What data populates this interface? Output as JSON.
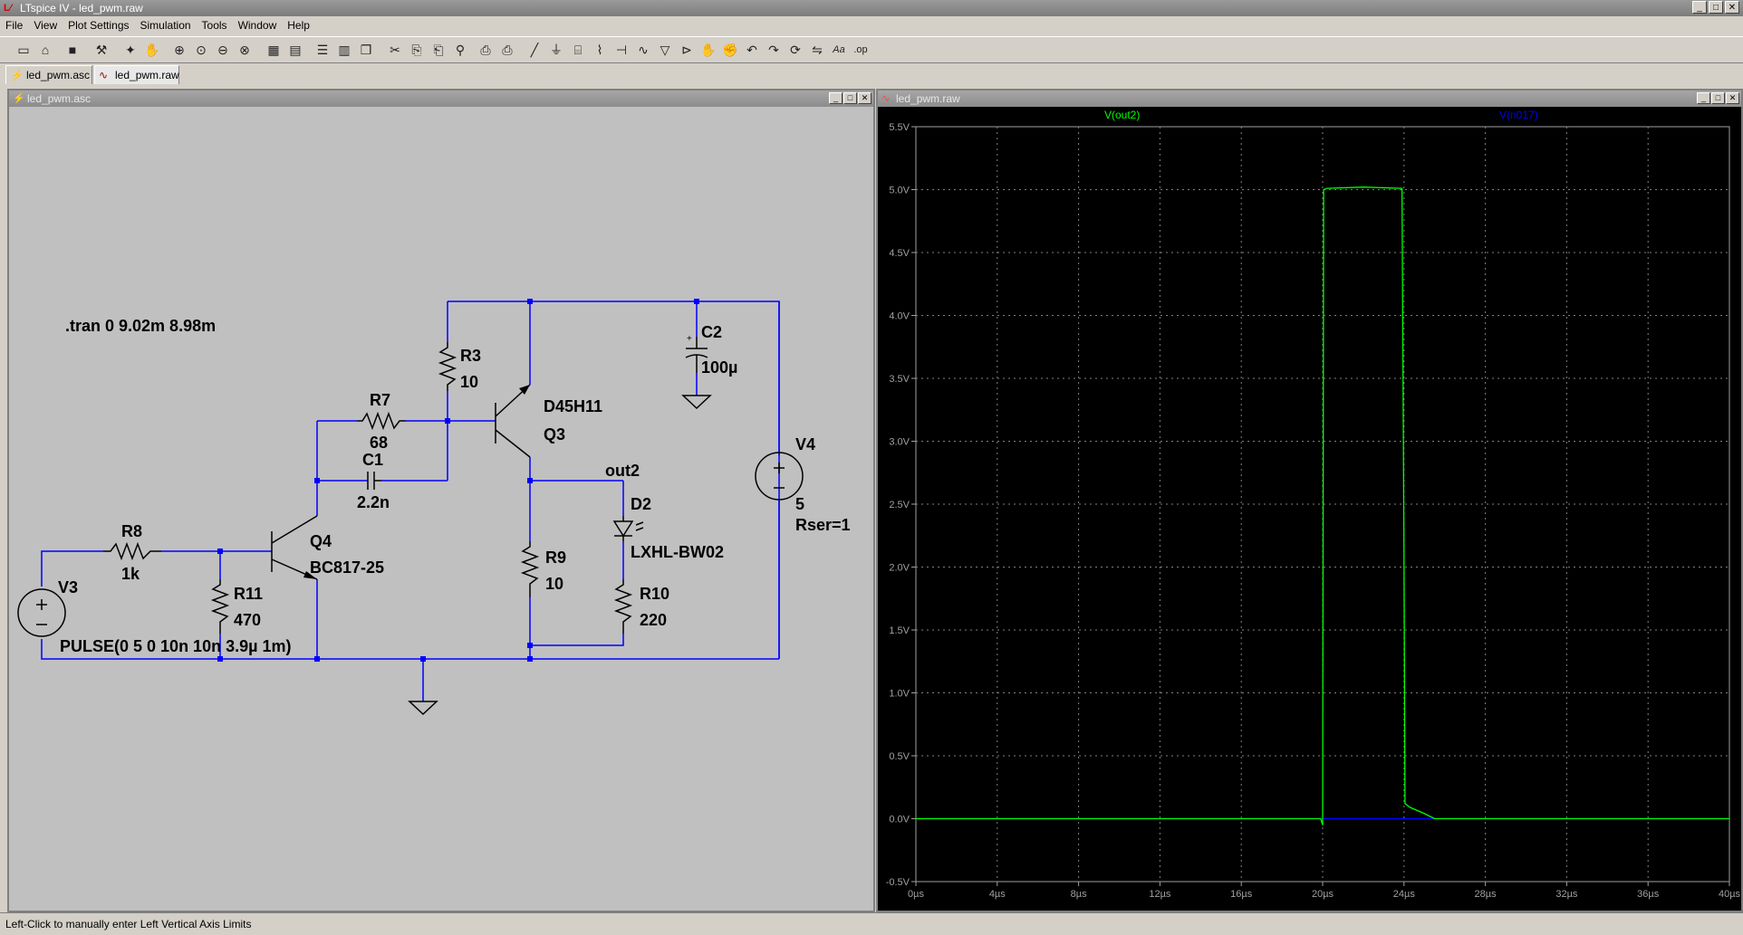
{
  "window": {
    "title": "LTspice IV - led_pwm.raw",
    "app_icon": "ltspice-logo-icon",
    "buttons": [
      "minimize",
      "maximize",
      "close"
    ]
  },
  "menu": [
    "File",
    "View",
    "Plot Settings",
    "Simulation",
    "Tools",
    "Window",
    "Help"
  ],
  "toolbar": [
    "new-schematic",
    "open",
    "save",
    "control-panel",
    "run",
    "halt",
    "zoom-in",
    "pan",
    "zoom-out",
    "zoom-fit",
    "autorange",
    "zoom-cancel",
    "tile-horizontal",
    "tile-vertical",
    "cascade",
    "cut",
    "copy",
    "paste",
    "find",
    "print-setup",
    "print",
    "draw-wire",
    "ground",
    "label",
    "resistor",
    "capacitor",
    "inductor",
    "diode",
    "component",
    "move",
    "drag",
    "undo",
    "redo",
    "rotate",
    "mirror",
    "text",
    "spice-directive"
  ],
  "tabs": [
    {
      "label": "led_pwm.asc",
      "icon": "schematic-icon"
    },
    {
      "label": "led_pwm.raw",
      "icon": "waveform-icon"
    }
  ],
  "schematic": {
    "title": "led_pwm.asc",
    "directive": ".tran 0 9.02m 8.98m",
    "components": {
      "R8": {
        "name": "R8",
        "value": "1k"
      },
      "R11": {
        "name": "R11",
        "value": "470"
      },
      "V3": {
        "name": "V3",
        "value": "PULSE(0 5 0 10n 10n 3.9µ 1m)"
      },
      "Q4": {
        "name": "Q4",
        "value": "BC817-25"
      },
      "R7": {
        "name": "R7",
        "value": "68"
      },
      "C1": {
        "name": "C1",
        "value": "2.2n"
      },
      "R3": {
        "name": "R3",
        "value": "10"
      },
      "Q3": {
        "name": "Q3",
        "value": "D45H11"
      },
      "C2": {
        "name": "C2",
        "value": "100µ"
      },
      "R9": {
        "name": "R9",
        "value": "10"
      },
      "D2": {
        "name": "D2",
        "value": "LXHL-BW02"
      },
      "R10": {
        "name": "R10",
        "value": "220"
      },
      "V4": {
        "name": "V4",
        "value": "5",
        "extra": "Rser=1"
      }
    },
    "net_label": "out2",
    "wire_color": "#0000ff",
    "component_color": "#000000"
  },
  "waveform": {
    "title": "led_pwm.raw",
    "traces": [
      {
        "name": "V(out2)",
        "color": "#00ff00"
      },
      {
        "name": "V(n017)",
        "color": "#0000ff"
      }
    ]
  },
  "chart_data": {
    "type": "line",
    "x_unit": "µs",
    "xlim": [
      0,
      40
    ],
    "ylim": [
      -0.5,
      5.5
    ],
    "x_ticks": [
      "0µs",
      "4µs",
      "8µs",
      "12µs",
      "16µs",
      "20µs",
      "24µs",
      "28µs",
      "32µs",
      "36µs",
      "40µs"
    ],
    "y_ticks": [
      "5.5V",
      "5.0V",
      "4.5V",
      "4.0V",
      "3.5V",
      "3.0V",
      "2.5V",
      "2.0V",
      "1.5V",
      "1.0V",
      "0.5V",
      "0.0V",
      "-0.5V"
    ],
    "grid": true,
    "series": [
      {
        "name": "V(out2)",
        "x": [
          0,
          19.9,
          20.0,
          20.05,
          20.2,
          22,
          23.9,
          24.0,
          24.05,
          24.3,
          25,
          25.5,
          40
        ],
        "y": [
          0,
          0,
          -0.05,
          5.0,
          5.01,
          5.02,
          5.01,
          2.1,
          0.12,
          0.09,
          0.04,
          0,
          0
        ]
      },
      {
        "name": "V(n017)",
        "x": [
          0,
          40
        ],
        "y": [
          0,
          0
        ]
      }
    ]
  },
  "status": "Left-Click to manually enter Left Vertical Axis Limits"
}
